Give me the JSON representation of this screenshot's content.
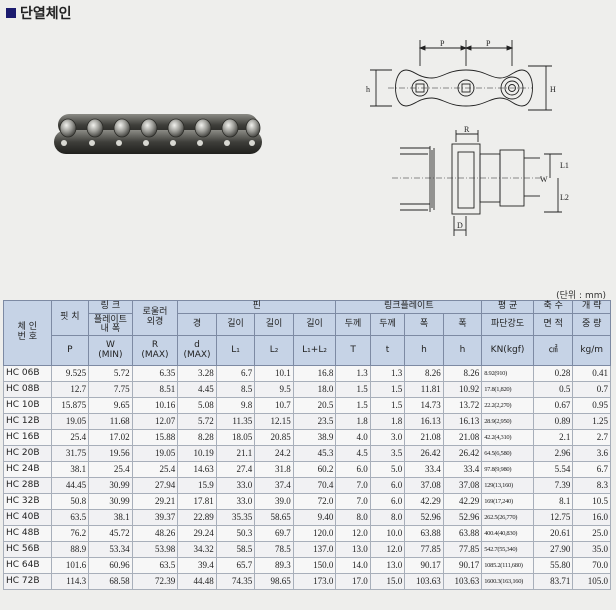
{
  "title": "단열체인",
  "drawing_labels": {
    "pitch_left": "P",
    "pitch_right": "P",
    "h": "h",
    "H": "H",
    "R": "R",
    "L1": "L1",
    "W": "W",
    "L2": "L2",
    "D": "D"
  },
  "unit_note": "(단위 : mm)",
  "headers": {
    "chain_no": "체 인\n번 호",
    "pitch_top": "핏 치",
    "pitch_sym": "P",
    "link_top": "링 크",
    "link_sub": "플레이트\n내 폭",
    "link_sym": "W",
    "link_min": "(MIN)",
    "roller_top": "로울러",
    "roller_sub": "외경",
    "roller_sym": "R",
    "roller_max": "(MAX)",
    "pin_group": "핀",
    "pin_d_label": "경",
    "pin_d_sym": "d",
    "pin_d_max": "(MAX)",
    "pin_L1_label": "길이",
    "pin_L1_sym": "L₁",
    "pin_L2_label": "길이",
    "pin_L2_sym": "L₂",
    "pin_L_label": "길이",
    "pin_L_sym": "L₁+L₂",
    "plate_group": "링크플레이트",
    "plate_T_label": "두께",
    "plate_T_sym": "T",
    "plate_t_label": "두께",
    "plate_t_sym": "t",
    "plate_h_label": "폭",
    "plate_h_sym": "h",
    "plate_H_label": "폭",
    "plate_H_sym": "h",
    "strength_top": "평 균",
    "strength_sub": "파단강도",
    "strength_unit": "KN(kgf)",
    "area_top": "축 수",
    "area_sub": "면 적",
    "area_unit": "㎠",
    "weight_top": "개 략",
    "weight_sub": "중 량",
    "weight_unit": "kg/m"
  },
  "rows": [
    [
      "HC 06B",
      "9.525",
      "5.72",
      "6.35",
      "3.28",
      "6.7",
      "10.1",
      "16.8",
      "1.3",
      "1.3",
      "8.26",
      "8.26",
      "8.92(910)",
      "0.28",
      "0.41"
    ],
    [
      "HC 08B",
      "12.7",
      "7.75",
      "8.51",
      "4.45",
      "8.5",
      "9.5",
      "18.0",
      "1.5",
      "1.5",
      "11.81",
      "10.92",
      "17.8(1,820)",
      "0.5",
      "0.7"
    ],
    [
      "HC 10B",
      "15.875",
      "9.65",
      "10.16",
      "5.08",
      "9.8",
      "10.7",
      "20.5",
      "1.5",
      "1.5",
      "14.73",
      "13.72",
      "22.2(2,270)",
      "0.67",
      "0.95"
    ],
    [
      "HC 12B",
      "19.05",
      "11.68",
      "12.07",
      "5.72",
      "11.35",
      "12.15",
      "23.5",
      "1.8",
      "1.8",
      "16.13",
      "16.13",
      "28.9(2,950)",
      "0.89",
      "1.25"
    ],
    [
      "HC 16B",
      "25.4",
      "17.02",
      "15.88",
      "8.28",
      "18.05",
      "20.85",
      "38.9",
      "4.0",
      "3.0",
      "21.08",
      "21.08",
      "42.2(4,310)",
      "2.1",
      "2.7"
    ],
    [
      "HC 20B",
      "31.75",
      "19.56",
      "19.05",
      "10.19",
      "21.1",
      "24.2",
      "45.3",
      "4.5",
      "3.5",
      "26.42",
      "26.42",
      "64.5(6,580)",
      "2.96",
      "3.6"
    ],
    [
      "HC 24B",
      "38.1",
      "25.4",
      "25.4",
      "14.63",
      "27.4",
      "31.8",
      "60.2",
      "6.0",
      "5.0",
      "33.4",
      "33.4",
      "97.8(9,980)",
      "5.54",
      "6.7"
    ],
    [
      "HC 28B",
      "44.45",
      "30.99",
      "27.94",
      "15.9",
      "33.0",
      "37.4",
      "70.4",
      "7.0",
      "6.0",
      "37.08",
      "37.08",
      "129(13,160)",
      "7.39",
      "8.3"
    ],
    [
      "HC 32B",
      "50.8",
      "30.99",
      "29.21",
      "17.81",
      "33.0",
      "39.0",
      "72.0",
      "7.0",
      "6.0",
      "42.29",
      "42.29",
      "169(17,240)",
      "8.1",
      "10.5"
    ],
    [
      "HC 40B",
      "63.5",
      "38.1",
      "39.37",
      "22.89",
      "35.35",
      "58.65",
      "9.40",
      "8.0",
      "8.0",
      "52.96",
      "52.96",
      "262.5(26,770)",
      "12.75",
      "16.0"
    ],
    [
      "HC 48B",
      "76.2",
      "45.72",
      "48.26",
      "29.24",
      "50.3",
      "69.7",
      "120.0",
      "12.0",
      "10.0",
      "63.88",
      "63.88",
      "400.4(40,830)",
      "20.61",
      "25.0"
    ],
    [
      "HC 56B",
      "88.9",
      "53.34",
      "53.98",
      "34.32",
      "58.5",
      "78.5",
      "137.0",
      "13.0",
      "12.0",
      "77.85",
      "77.85",
      "542.7(55,340)",
      "27.90",
      "35.0"
    ],
    [
      "HC 64B",
      "101.6",
      "60.96",
      "63.5",
      "39.4",
      "65.7",
      "89.3",
      "150.0",
      "14.0",
      "13.0",
      "90.17",
      "90.17",
      "1085.2(111,680)",
      "55.80",
      "70.0"
    ],
    [
      "HC 72B",
      "114.3",
      "68.58",
      "72.39",
      "44.48",
      "74.35",
      "98.65",
      "173.0",
      "17.0",
      "15.0",
      "103.63",
      "103.63",
      "1600.3(163,160)",
      "83.71",
      "105.0"
    ]
  ]
}
